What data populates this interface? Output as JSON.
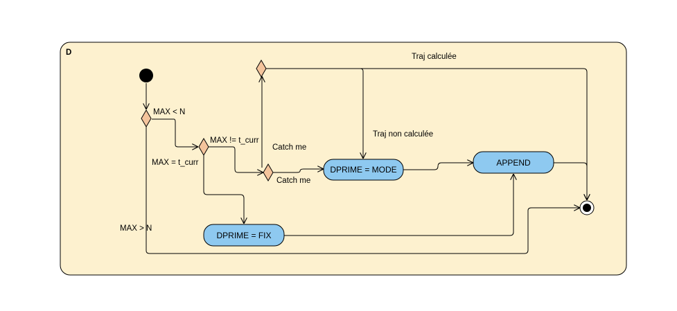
{
  "frame": {
    "title": "D"
  },
  "colors": {
    "frame_fill": "#fdf1cf",
    "frame_stroke": "#000000",
    "state_fill": "#8ec9f0",
    "state_stroke": "#000000",
    "decision_fill": "#f4c49c",
    "decision_stroke": "#000000"
  },
  "states": {
    "dprime_mode": "DPRIME = MODE",
    "dprime_fix": "DPRIME = FIX",
    "append": "APPEND"
  },
  "guards": {
    "max_lt_n": "MAX < N",
    "max_gt_n": "MAX > N",
    "max_neq_tcurr": "MAX != t_curr",
    "max_eq_tcurr": "MAX = t_curr",
    "catch_me_up": "Catch me",
    "catch_me_right": "Catch me",
    "traj_calculee": "Traj calculée",
    "traj_non_calculee": "Traj non calculée"
  }
}
